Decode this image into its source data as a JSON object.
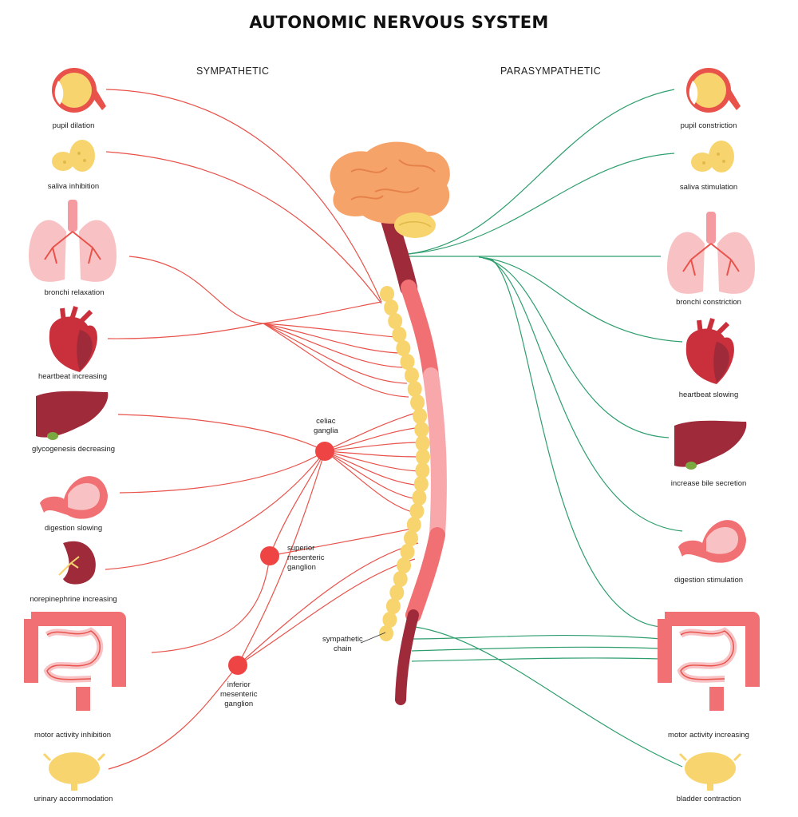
{
  "title": "AUTONOMIC NERVOUS SYSTEM",
  "sympathetic": {
    "heading": "SYMPATHETIC",
    "line_color": "#e8524a",
    "items": [
      {
        "icon": "eye-icon",
        "label": "pupil dilation"
      },
      {
        "icon": "salivary-gland-icon",
        "label": "saliva inhibition"
      },
      {
        "icon": "lungs-icon",
        "label": "bronchi relaxation"
      },
      {
        "icon": "heart-icon",
        "label": "heartbeat increasing"
      },
      {
        "icon": "liver-icon",
        "label": "glycogenesis decreasing"
      },
      {
        "icon": "stomach-icon",
        "label": "digestion slowing"
      },
      {
        "icon": "kidney-icon",
        "label": "norepinephrine increasing"
      },
      {
        "icon": "intestine-icon",
        "label": "motor activity inhibition"
      },
      {
        "icon": "bladder-icon",
        "label": "urinary accommodation"
      }
    ]
  },
  "parasympathetic": {
    "heading": "PARASYMPATHETIC",
    "line_color": "#2e9e6e",
    "items": [
      {
        "icon": "eye-icon",
        "label": "pupil constriction"
      },
      {
        "icon": "salivary-gland-icon",
        "label": "saliva stimulation"
      },
      {
        "icon": "lungs-icon",
        "label": "bronchi constriction"
      },
      {
        "icon": "heart-icon",
        "label": "heartbeat slowing"
      },
      {
        "icon": "liver-icon",
        "label": "increase bile secretion"
      },
      {
        "icon": "stomach-icon",
        "label": "digestion stimulation"
      },
      {
        "icon": "intestine-icon",
        "label": "motor activity increasing"
      },
      {
        "icon": "bladder-icon",
        "label": "bladder contraction"
      }
    ]
  },
  "ganglia": {
    "celiac": [
      "celiac",
      "ganglia"
    ],
    "superior": [
      "superior",
      "mesenteric",
      "ganglion"
    ],
    "inferior": [
      "inferior",
      "mesenteric",
      "ganglion"
    ],
    "chain": [
      "sympathetic",
      "chain"
    ]
  },
  "colors": {
    "organ_red": "#c9303c",
    "organ_dark": "#9e2a3a",
    "organ_pink": "#f59aa0",
    "organ_light_pink": "#f8c2c4",
    "gland_yellow": "#f7d46e",
    "brain_orange": "#f6a36a",
    "ganglion_red": "#ef4444"
  }
}
